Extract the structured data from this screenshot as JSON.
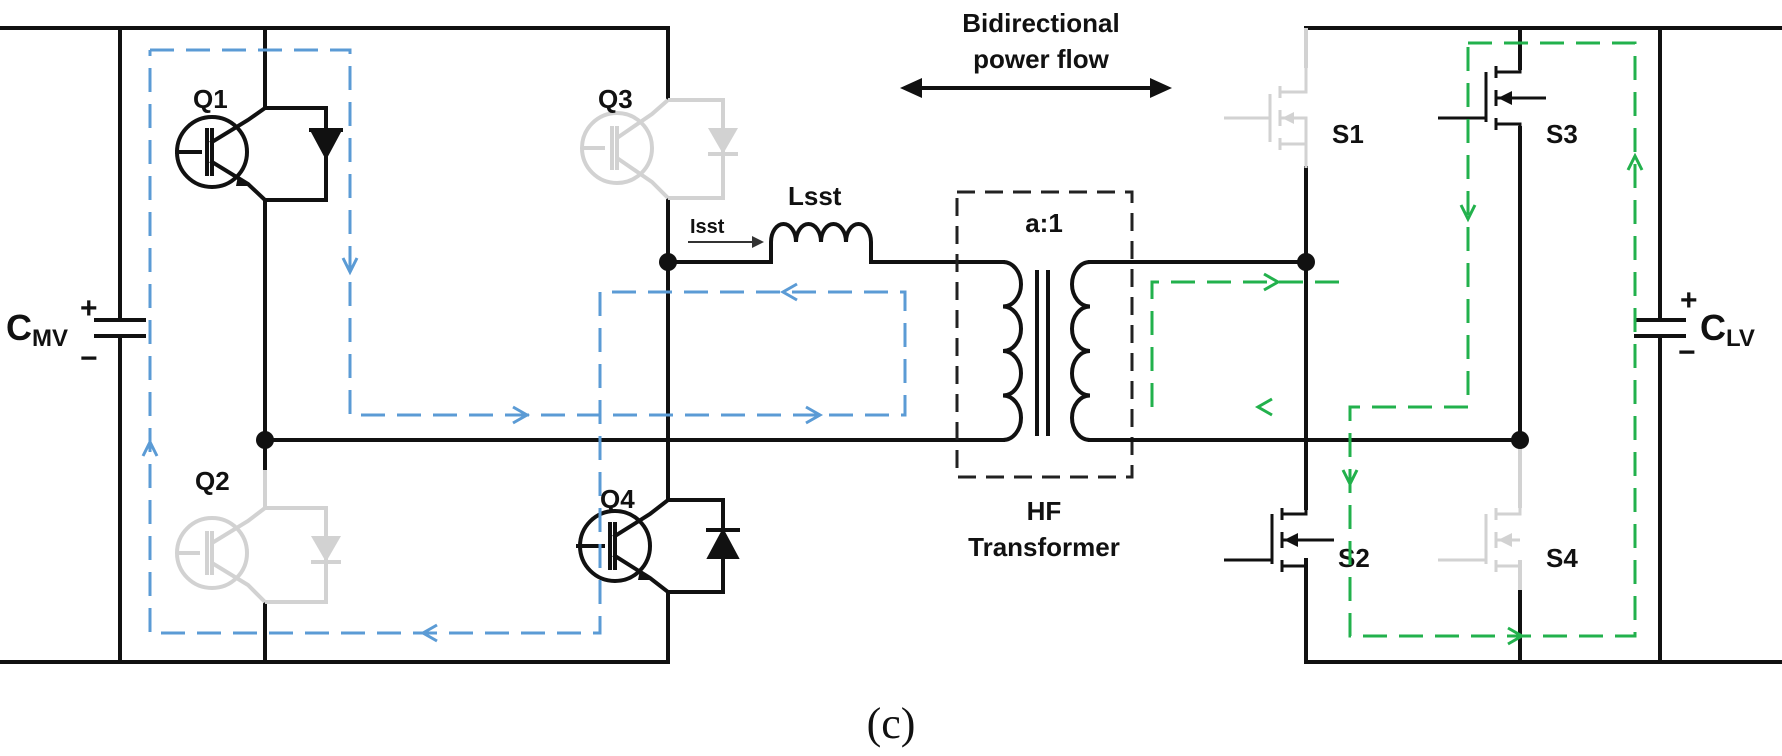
{
  "labels": {
    "flow_line1": "Bidirectional",
    "flow_line2": "power flow",
    "q1": "Q1",
    "q2": "Q2",
    "q3": "Q3",
    "q4": "Q4",
    "s1": "S1",
    "s2": "S2",
    "s3": "S3",
    "s4": "S4",
    "inductor": "Lsst",
    "current": "Isst",
    "ratio": "a:1",
    "transformer_line1": "HF",
    "transformer_line2": "Transformer",
    "cmv_main": "C",
    "cmv_sub": "MV",
    "clv_main": "C",
    "clv_sub": "LV",
    "plus": "+",
    "minus": "−",
    "caption": "(c)"
  },
  "colors": {
    "active": "#111111",
    "inactive": "#d2d2d2",
    "mv_current_path": "#5b9bd5",
    "lv_current_path": "#22b14c"
  }
}
